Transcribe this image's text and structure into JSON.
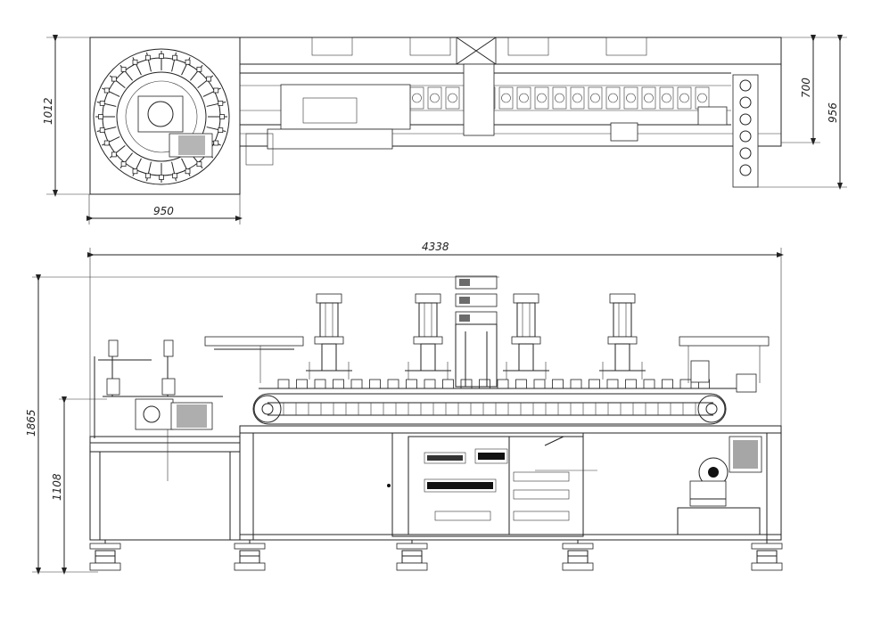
{
  "dimensions": {
    "top_width": "950",
    "top_height": "1012",
    "top_right_inner": "700",
    "top_right_outer": "956",
    "overall_length": "4338",
    "overall_height": "1865",
    "table_height": "1108"
  },
  "colors": {
    "line": "#222222",
    "dark": "#111111",
    "shade": "#6b6b6b"
  }
}
